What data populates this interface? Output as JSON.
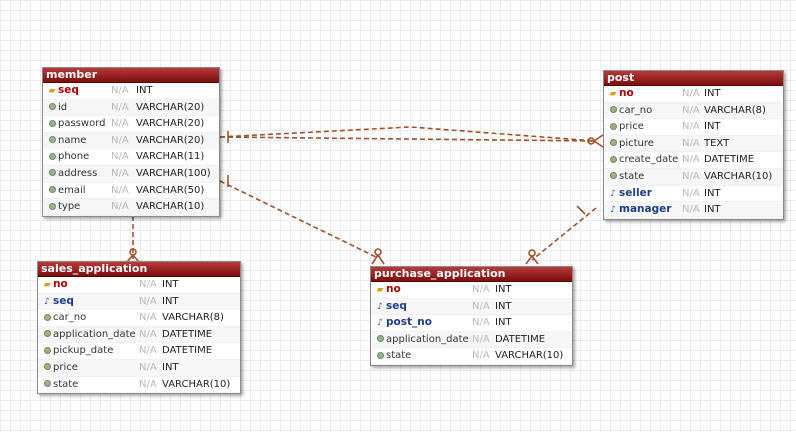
{
  "diagram": {
    "tables": [
      {
        "id": "member",
        "title": "member",
        "columns": [
          {
            "name": "seq",
            "null": "N/A",
            "type": "INT",
            "kind": "pk"
          },
          {
            "name": "id",
            "null": "N/A",
            "type": "VARCHAR(20)",
            "kind": "col"
          },
          {
            "name": "password",
            "null": "N/A",
            "type": "VARCHAR(20)",
            "kind": "col"
          },
          {
            "name": "name",
            "null": "N/A",
            "type": "VARCHAR(20)",
            "kind": "col"
          },
          {
            "name": "phone",
            "null": "N/A",
            "type": "VARCHAR(11)",
            "kind": "col"
          },
          {
            "name": "address",
            "null": "N/A",
            "type": "VARCHAR(100)",
            "kind": "col"
          },
          {
            "name": "email",
            "null": "N/A",
            "type": "VARCHAR(50)",
            "kind": "col"
          },
          {
            "name": "type",
            "null": "N/A",
            "type": "VARCHAR(10)",
            "kind": "col"
          }
        ]
      },
      {
        "id": "post",
        "title": "post",
        "columns": [
          {
            "name": "no",
            "null": "N/A",
            "type": "INT",
            "kind": "pk"
          },
          {
            "name": "car_no",
            "null": "N/A",
            "type": "VARCHAR(8)",
            "kind": "col"
          },
          {
            "name": "price",
            "null": "N/A",
            "type": "INT",
            "kind": "col"
          },
          {
            "name": "picture",
            "null": "N/A",
            "type": "TEXT",
            "kind": "col"
          },
          {
            "name": "create_date",
            "null": "N/A",
            "type": "DATETIME",
            "kind": "col"
          },
          {
            "name": "state",
            "null": "N/A",
            "type": "VARCHAR(10)",
            "kind": "col"
          },
          {
            "name": "seller",
            "null": "N/A",
            "type": "INT",
            "kind": "fk"
          },
          {
            "name": "manager",
            "null": "N/A",
            "type": "INT",
            "kind": "fk"
          }
        ]
      },
      {
        "id": "sales_application",
        "title": "sales_application",
        "columns": [
          {
            "name": "no",
            "null": "N/A",
            "type": "INT",
            "kind": "pk"
          },
          {
            "name": "seq",
            "null": "N/A",
            "type": "INT",
            "kind": "fk"
          },
          {
            "name": "car_no",
            "null": "N/A",
            "type": "VARCHAR(8)",
            "kind": "col"
          },
          {
            "name": "application_date",
            "null": "N/A",
            "type": "DATETIME",
            "kind": "col"
          },
          {
            "name": "pickup_date",
            "null": "N/A",
            "type": "DATETIME",
            "kind": "col"
          },
          {
            "name": "price",
            "null": "N/A",
            "type": "INT",
            "kind": "col"
          },
          {
            "name": "state",
            "null": "N/A",
            "type": "VARCHAR(10)",
            "kind": "col"
          }
        ]
      },
      {
        "id": "purchase_application",
        "title": "purchase_application",
        "columns": [
          {
            "name": "no",
            "null": "N/A",
            "type": "INT",
            "kind": "pk"
          },
          {
            "name": "seq",
            "null": "N/A",
            "type": "INT",
            "kind": "fk"
          },
          {
            "name": "post_no",
            "null": "N/A",
            "type": "INT",
            "kind": "fk"
          },
          {
            "name": "application_date",
            "null": "N/A",
            "type": "DATETIME",
            "kind": "col"
          },
          {
            "name": "state",
            "null": "N/A",
            "type": "VARCHAR(10)",
            "kind": "col"
          }
        ]
      }
    ],
    "relationships": [
      {
        "from": "member",
        "to": "post",
        "via": "seller"
      },
      {
        "from": "member",
        "to": "post",
        "via": "manager"
      },
      {
        "from": "member",
        "to": "sales_application",
        "via": "seq"
      },
      {
        "from": "member",
        "to": "purchase_application",
        "via": "seq"
      },
      {
        "from": "post",
        "to": "purchase_application",
        "via": "post_no"
      }
    ],
    "colors": {
      "header": "#9a1c1c",
      "relationship_line": "#a0522d",
      "primary_key": "#b00000",
      "foreign_key": "#1f3c8a"
    },
    "icons": {
      "pk": "key-icon",
      "fk": "foreign-key-icon",
      "col": "column-dot-icon"
    }
  }
}
